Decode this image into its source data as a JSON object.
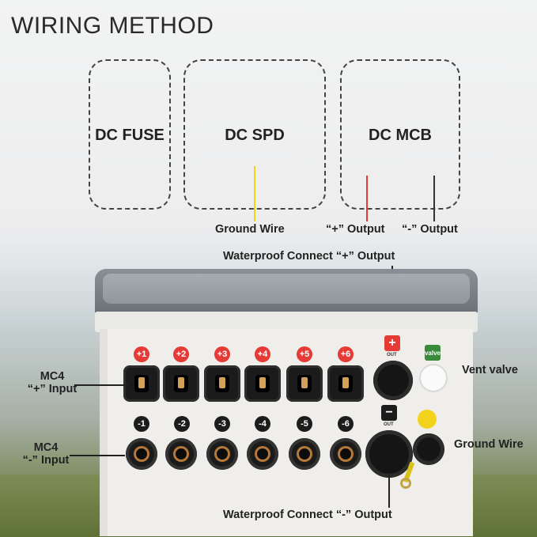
{
  "title": "WIRING METHOD",
  "boxes": {
    "fuse": "DC FUSE",
    "spd": "DC SPD",
    "mcb": "DC MCB"
  },
  "labels": {
    "ground_wire_top": "Ground Wire",
    "plus_output": "“+” Output",
    "minus_output": "“-” Output",
    "waterproof_plus": "Waterproof Connect “+” Output",
    "mc4_plus_line1": "MC4",
    "mc4_plus_line2": "“+” Input",
    "mc4_minus_line1": "MC4",
    "mc4_minus_line2": "“-” Input",
    "vent_valve": "Vent valve",
    "ground_wire_right": "Ground Wire",
    "waterproof_minus": "Waterproof Connect “-” Output"
  },
  "plus_inputs": [
    "+1",
    "+2",
    "+3",
    "+4",
    "+5",
    "+6"
  ],
  "minus_inputs": [
    "-1",
    "-2",
    "-3",
    "-4",
    "-5",
    "-6"
  ],
  "panel_marks": {
    "out_plus_symbol": "+",
    "out_plus_text": "OUT",
    "out_minus_symbol": "−",
    "out_minus_text": "OUT",
    "valve_text": "valve"
  },
  "colors": {
    "positive": "#e53a36",
    "negative": "#1c1c1c",
    "ground_line": "#f2d21b",
    "plus_line": "#e53a36"
  }
}
